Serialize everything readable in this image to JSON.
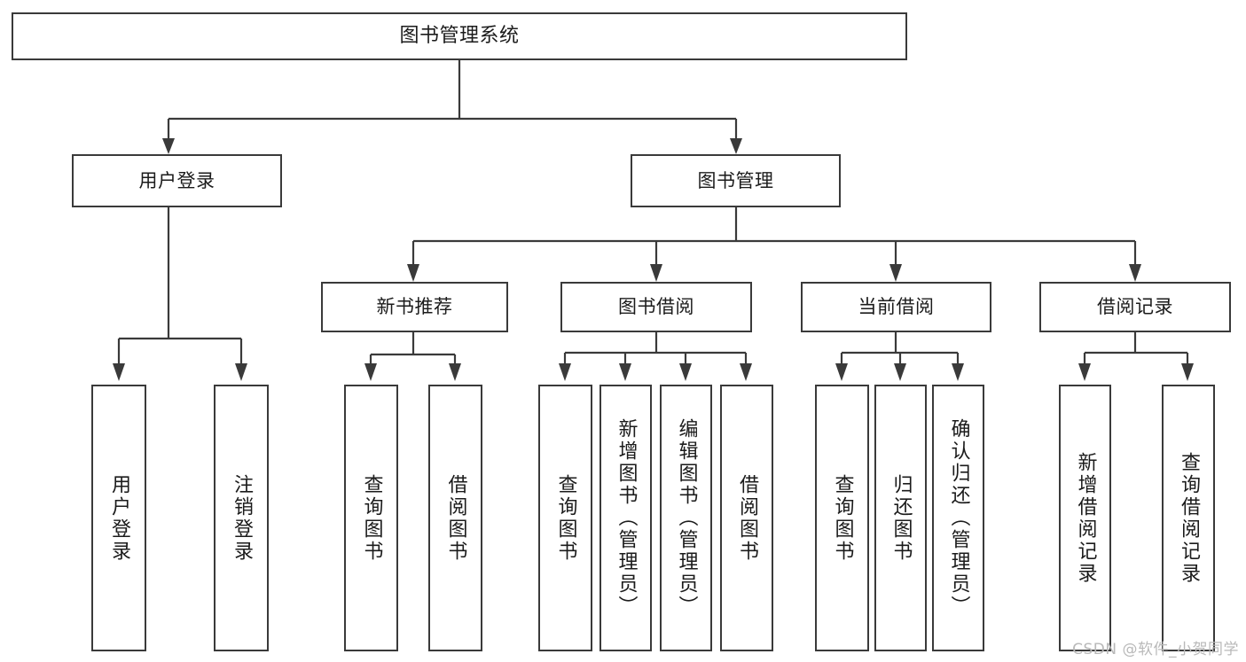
{
  "diagram": {
    "title": "图书管理系统",
    "watermark": "CSDN @软件_小贺同学",
    "nodes": {
      "root": "图书管理系统",
      "user_login": "用户登录",
      "book_manage": "图书管理",
      "new_book_rec": "新书推荐",
      "book_borrow": "图书借阅",
      "current_borrow": "当前借阅",
      "borrow_record": "借阅记录",
      "leaf_user_login": "用户登录",
      "leaf_logout": "注销登录",
      "leaf_query_book_1": "查询图书",
      "leaf_borrow_book_1": "借阅图书",
      "leaf_query_book_2": "查询图书",
      "leaf_add_book_admin": "新增图书（管理员）",
      "leaf_edit_book_admin": "编辑图书（管理员）",
      "leaf_borrow_book_2": "借阅图书",
      "leaf_query_book_3": "查询图书",
      "leaf_return_book": "归还图书",
      "leaf_confirm_return_admin": "确认归还（管理员）",
      "leaf_add_record": "新增借阅记录",
      "leaf_query_record": "查询借阅记录"
    }
  },
  "chart_data": {
    "type": "tree-diagram",
    "title": "图书管理系统",
    "levels": [
      {
        "level": 0,
        "items": [
          "图书管理系统"
        ]
      },
      {
        "level": 1,
        "items": [
          "用户登录",
          "图书管理"
        ]
      },
      {
        "level": 2,
        "items": [
          "新书推荐",
          "图书借阅",
          "当前借阅",
          "借阅记录"
        ]
      },
      {
        "level": 3,
        "items": [
          "用户登录",
          "注销登录",
          "查询图书",
          "借阅图书",
          "查询图书",
          "新增图书（管理员）",
          "编辑图书（管理员）",
          "借阅图书",
          "查询图书",
          "归还图书",
          "确认归还（管理员）",
          "新增借阅记录",
          "查询借阅记录"
        ]
      }
    ],
    "edges": [
      {
        "from": "图书管理系统",
        "to": "用户登录"
      },
      {
        "from": "图书管理系统",
        "to": "图书管理"
      },
      {
        "from": "用户登录",
        "to": "用户登录"
      },
      {
        "from": "用户登录",
        "to": "注销登录"
      },
      {
        "from": "图书管理",
        "to": "新书推荐"
      },
      {
        "from": "图书管理",
        "to": "图书借阅"
      },
      {
        "from": "图书管理",
        "to": "当前借阅"
      },
      {
        "from": "图书管理",
        "to": "借阅记录"
      },
      {
        "from": "新书推荐",
        "to": "查询图书"
      },
      {
        "from": "新书推荐",
        "to": "借阅图书"
      },
      {
        "from": "图书借阅",
        "to": "查询图书"
      },
      {
        "from": "图书借阅",
        "to": "新增图书（管理员）"
      },
      {
        "from": "图书借阅",
        "to": "编辑图书（管理员）"
      },
      {
        "from": "图书借阅",
        "to": "借阅图书"
      },
      {
        "from": "当前借阅",
        "to": "查询图书"
      },
      {
        "from": "当前借阅",
        "to": "归还图书"
      },
      {
        "from": "当前借阅",
        "to": "确认归还（管理员）"
      },
      {
        "from": "借阅记录",
        "to": "新增借阅记录"
      },
      {
        "from": "借阅记录",
        "to": "查询借阅记录"
      }
    ],
    "colors": {
      "box_border": "#3a3a3a",
      "box_fill": "#ffffff",
      "text": "#1b1b1b",
      "connector": "#3a3a3a",
      "watermark": "#b9b9b9"
    }
  }
}
